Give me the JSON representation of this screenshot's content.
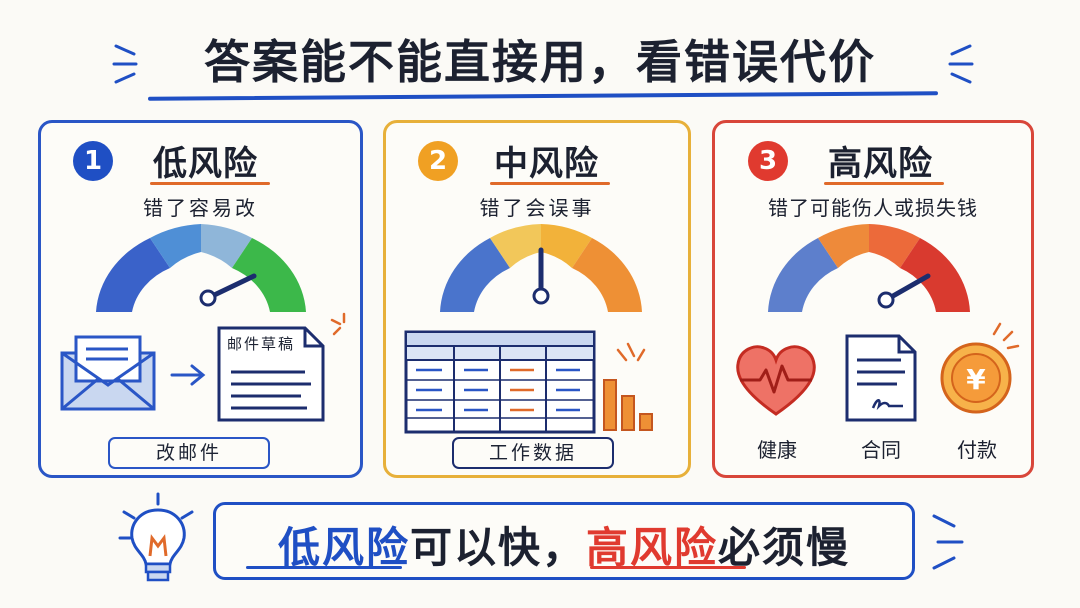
{
  "title": "答案能不能直接用，看错误代价",
  "cards": [
    {
      "number": "1",
      "title": "低风险",
      "subtitle": "错了容易改",
      "doc_label": "邮件草稿",
      "tag": "改邮件",
      "accent": "#2a56c6",
      "badge_color": "#1f4fc4",
      "gauge_level": "low"
    },
    {
      "number": "2",
      "title": "中风险",
      "subtitle": "错了会误事",
      "tag": "工作数据",
      "accent": "#e7b03a",
      "badge_color": "#f0a023",
      "gauge_level": "medium"
    },
    {
      "number": "3",
      "title": "高风险",
      "subtitle": "错了可能伤人或损失钱",
      "accent": "#d8463a",
      "badge_color": "#e03a2f",
      "gauge_level": "high",
      "icons": [
        {
          "icon": "heart-icon",
          "label": "健康"
        },
        {
          "icon": "contract-icon",
          "label": "合同"
        },
        {
          "icon": "yen-coin-icon",
          "label": "付款"
        }
      ]
    }
  ],
  "summary": {
    "part1": "低风险",
    "part2": "可以快，",
    "part3": "高风险",
    "part4": "必须慢"
  },
  "colors": {
    "blue": "#1f4fc4",
    "orange": "#f0a023",
    "red": "#e03a2f",
    "green": "#3cb84a"
  }
}
